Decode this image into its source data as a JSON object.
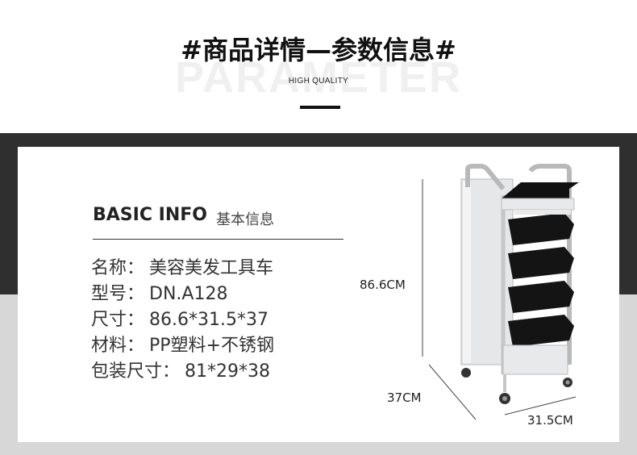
{
  "header": {
    "title": "#商品详情—参数信息#",
    "background_word": "PARAMETER",
    "subtitle": "HIGH QUALITY"
  },
  "basic_info": {
    "title": "BASIC INFO",
    "subtitle": "基本信息"
  },
  "specs": [
    {
      "label": "名称：",
      "value": "美容美发工具车"
    },
    {
      "label": "型号：",
      "value": "DN.A128"
    },
    {
      "label": "尺寸：",
      "value": "86.6*31.5*37"
    },
    {
      "label": "材料：",
      "value": "PP塑料+不锈钢"
    },
    {
      "label": "包装尺寸：",
      "value": "81*29*38"
    }
  ],
  "dimensions": {
    "height": "86.6CM",
    "depth": "37CM",
    "width": "31.5CM"
  },
  "colors": {
    "dark_band": "#2f2f2f",
    "light_band": "#d7d7d7",
    "accent": "#111111"
  }
}
